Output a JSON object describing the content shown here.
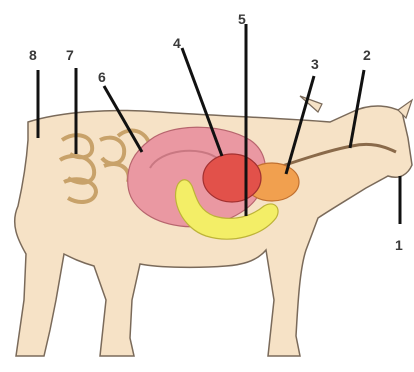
{
  "diagram": {
    "labels": [
      "1",
      "2",
      "3",
      "4",
      "5",
      "6",
      "7",
      "8"
    ]
  },
  "colors": {
    "background": "#ffffff",
    "body_fill": "#f6e2c6",
    "outline": "#7a6a5a",
    "rumen": "#ea98a2",
    "reticulum": "#e2514a",
    "omasum": "#f1a04f",
    "abomasum": "#f3ee67",
    "intestines": "#efdba4",
    "leader_line": "#111111"
  }
}
